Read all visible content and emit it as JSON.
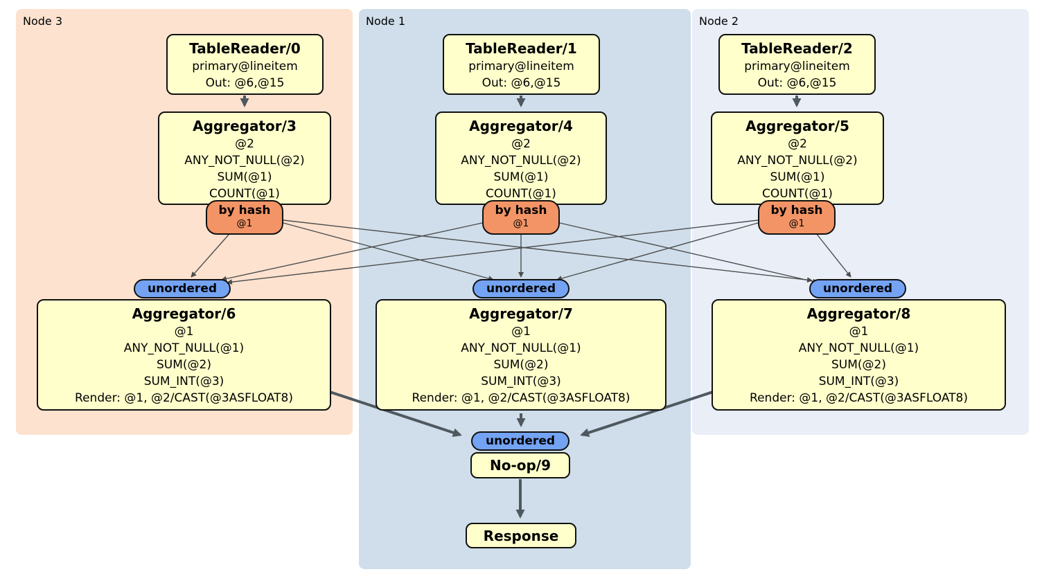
{
  "groups": [
    {
      "label": "Node 3"
    },
    {
      "label": "Node 1"
    },
    {
      "label": "Node 2"
    }
  ],
  "table_readers": [
    {
      "title": "TableReader/0",
      "lines": [
        "primary@lineitem",
        "Out: @6,@15"
      ]
    },
    {
      "title": "TableReader/1",
      "lines": [
        "primary@lineitem",
        "Out: @6,@15"
      ]
    },
    {
      "title": "TableReader/2",
      "lines": [
        "primary@lineitem",
        "Out: @6,@15"
      ]
    }
  ],
  "stage1_aggregators": [
    {
      "title": "Aggregator/3",
      "lines": [
        "@2",
        "ANY_NOT_NULL(@2)",
        "SUM(@1)",
        "COUNT(@1)"
      ]
    },
    {
      "title": "Aggregator/4",
      "lines": [
        "@2",
        "ANY_NOT_NULL(@2)",
        "SUM(@1)",
        "COUNT(@1)"
      ]
    },
    {
      "title": "Aggregator/5",
      "lines": [
        "@2",
        "ANY_NOT_NULL(@2)",
        "SUM(@1)",
        "COUNT(@1)"
      ]
    }
  ],
  "hash_routers": [
    {
      "label": "by hash",
      "detail": "@1"
    },
    {
      "label": "by hash",
      "detail": "@1"
    },
    {
      "label": "by hash",
      "detail": "@1"
    }
  ],
  "sync_streams": [
    {
      "label": "unordered"
    },
    {
      "label": "unordered"
    },
    {
      "label": "unordered"
    },
    {
      "label": "unordered"
    }
  ],
  "stage2_aggregators": [
    {
      "title": "Aggregator/6",
      "lines": [
        "@1",
        "ANY_NOT_NULL(@1)",
        "SUM(@2)",
        "SUM_INT(@3)",
        "Render: @1, @2/CAST(@3ASFLOAT8)"
      ]
    },
    {
      "title": "Aggregator/7",
      "lines": [
        "@1",
        "ANY_NOT_NULL(@1)",
        "SUM(@2)",
        "SUM_INT(@3)",
        "Render: @1, @2/CAST(@3ASFLOAT8)"
      ]
    },
    {
      "title": "Aggregator/8",
      "lines": [
        "@1",
        "ANY_NOT_NULL(@1)",
        "SUM(@2)",
        "SUM_INT(@3)",
        "Render: @1, @2/CAST(@3ASFLOAT8)"
      ]
    }
  ],
  "noop": {
    "title": "No-op/9"
  },
  "response": {
    "title": "Response"
  },
  "colors": {
    "node3_bg": "#fce2cf",
    "node1_bg": "#cfdeea",
    "node2_bg": "#e9eef7",
    "box_bg": "#ffffcc",
    "router_bg": "#f29466",
    "sync_bg": "#74a3f3",
    "edge": "#4d4d4d",
    "arrow": "#4f585f"
  }
}
